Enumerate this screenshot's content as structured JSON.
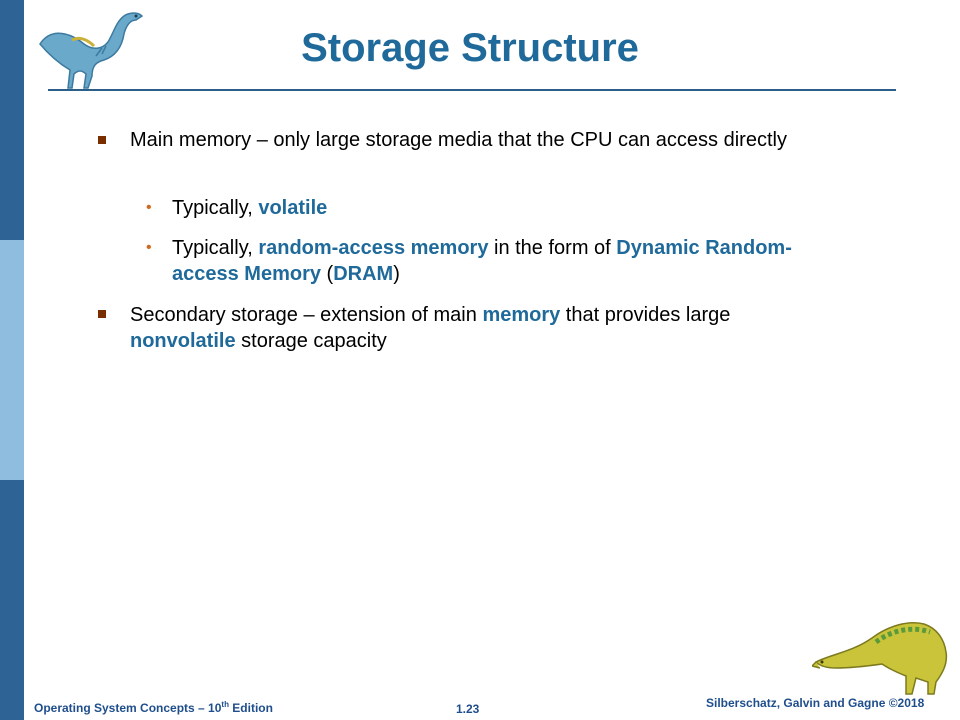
{
  "slide": {
    "title": "Storage Structure",
    "bullets": [
      {
        "level": 1,
        "parts": [
          {
            "text": "Main memory – only large storage media that the CPU can access directly",
            "hl": false
          }
        ],
        "sub": [
          {
            "level": 2,
            "parts": [
              {
                "text": "Typically, ",
                "hl": false
              },
              {
                "text": "volatile",
                "hl": true
              }
            ]
          },
          {
            "level": 2,
            "parts": [
              {
                "text": "Typically, ",
                "hl": false
              },
              {
                "text": "random-access memory",
                "hl": true
              },
              {
                "text": " in the form of ",
                "hl": false
              },
              {
                "text": "Dynamic Random-access Memory",
                "hl": true
              },
              {
                "text": " (",
                "hl": false
              },
              {
                "text": "DRAM",
                "hl": true
              },
              {
                "text": ")",
                "hl": false
              }
            ]
          }
        ]
      },
      {
        "level": 1,
        "parts": [
          {
            "text": "Secondary storage – extension of main ",
            "hl": false
          },
          {
            "text": "memory",
            "hl": true
          },
          {
            "text": " that provides large ",
            "hl": false
          },
          {
            "text": "nonvolatile",
            "hl": true
          },
          {
            "text": " storage capacity",
            "hl": false
          }
        ],
        "sub": []
      }
    ]
  },
  "footer": {
    "left_prefix": "Operating System Concepts – 10",
    "left_sup": "th",
    "left_suffix": " Edition",
    "center": "1.23",
    "right": "Silberschatz, Galvin and Gagne ©2018"
  },
  "colors": {
    "title": "#1f6a9a",
    "highlight": "#1f6a9a",
    "rule": "#2b5f8a",
    "sidebar_dark": "#2e6395",
    "sidebar_light": "#8fbde0",
    "footer_text": "#1f4e8c",
    "bullet_marker": "#7a2e00",
    "dot_marker": "#d2691e"
  },
  "icons": {
    "top_left": "dinosaur-standing-icon",
    "bottom_right": "dinosaur-grazing-icon"
  }
}
